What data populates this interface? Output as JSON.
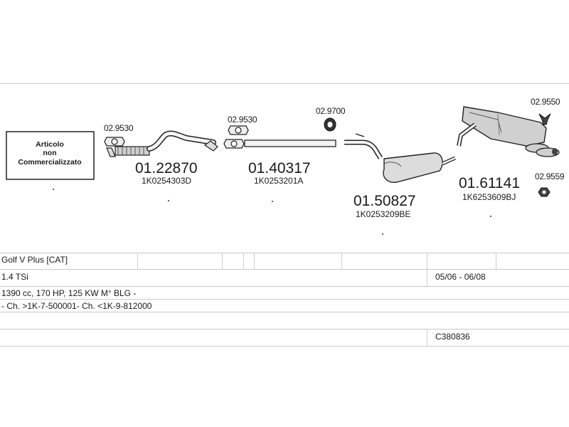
{
  "box": {
    "line1": "Articolo",
    "line2": "non",
    "line3": "Commercializzato"
  },
  "parts": [
    {
      "number": "01.22870",
      "oem": "1K0254303D"
    },
    {
      "number": "01.40317",
      "oem": "1K0253201A"
    },
    {
      "number": "01.50827",
      "oem": "1K0253209BE"
    },
    {
      "number": "01.61141",
      "oem": "1K6253609BJ"
    }
  ],
  "accessories": {
    "a1": "02.9530",
    "a2": "02.9530",
    "a3": "02.9700",
    "a4": "02.9550",
    "a5": "02.9559"
  },
  "table": {
    "model": "Golf V Plus  [CAT]",
    "engine": "1.4 TSi",
    "years": "05/06 - 06/08",
    "specs": "1390 cc, 170 HP, 125 KW M° BLG -",
    "chassis": "- Ch. >1K-7-500001- Ch. <1K-9-812000",
    "code": "C380836"
  }
}
